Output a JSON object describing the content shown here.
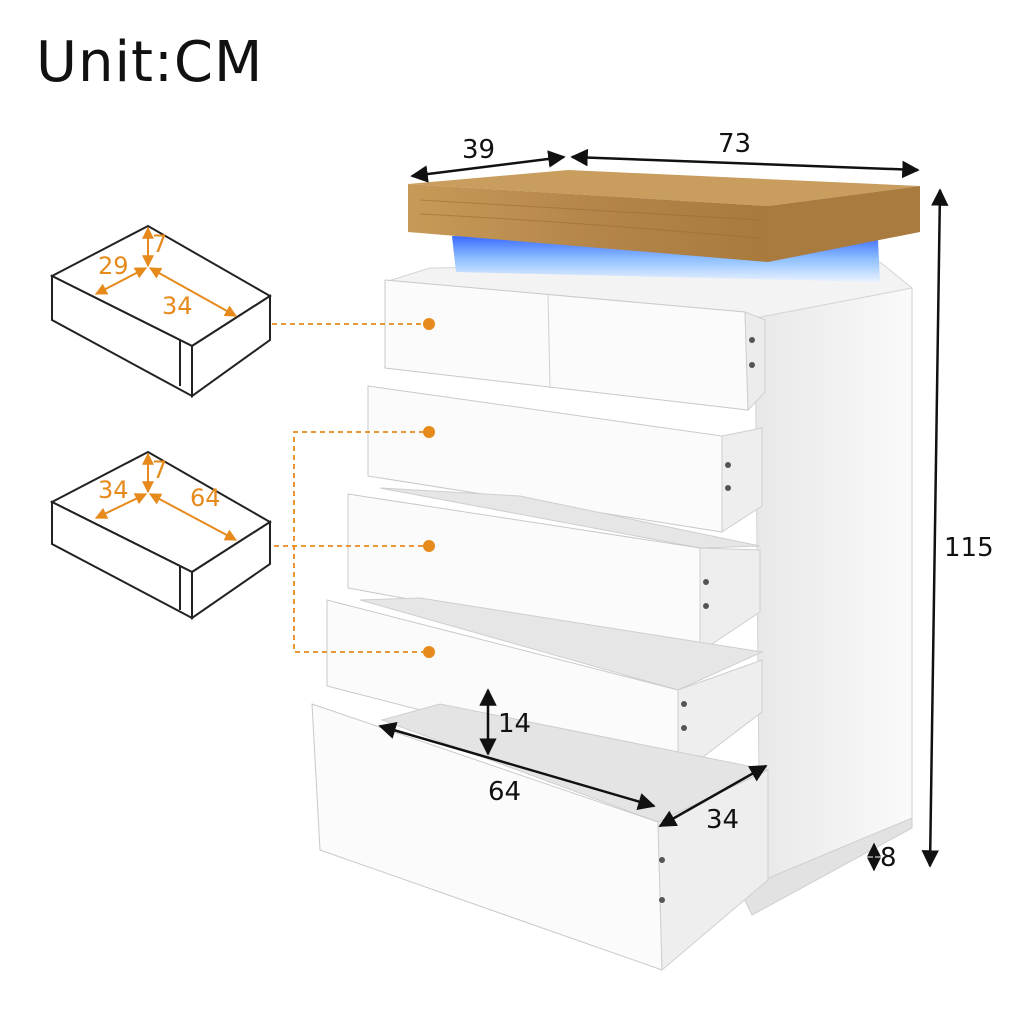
{
  "unit_label": "Unit:CM",
  "colors": {
    "accent_orange": "#e68a1c",
    "wood": "#b98a4a",
    "led_blue": "#6aa8ff",
    "cabinet_white": "#f7f7f7",
    "line_dark": "#111111"
  },
  "dimensions": {
    "top_depth": "39",
    "top_width": "73",
    "total_height": "115",
    "drawer_height": "14",
    "drawer_length": "64",
    "drawer_depth": "34",
    "leg_height": "8"
  },
  "small_drawer": {
    "height": "7",
    "depth": "29",
    "width": "34"
  },
  "large_drawer": {
    "height": "7",
    "depth": "34",
    "width": "64"
  }
}
